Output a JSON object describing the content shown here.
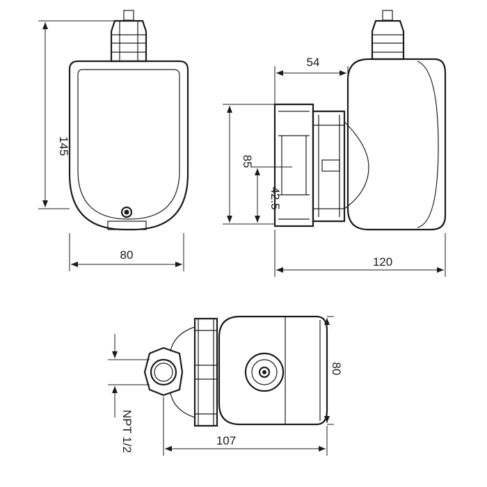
{
  "dimensions": {
    "front_height": "145",
    "front_width": "80",
    "side_depth": "54",
    "side_height": "85",
    "side_half_height": "42.5",
    "side_length": "120",
    "bottom_width": "80",
    "bottom_length": "107",
    "thread": "NPT 1/2"
  }
}
